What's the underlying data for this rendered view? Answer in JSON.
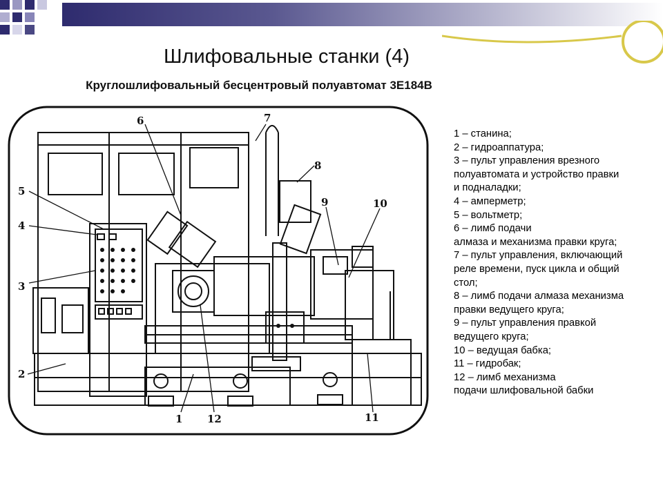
{
  "slide": {
    "title": "Шлифовальные станки (4)",
    "subtitle": "Круглошлифовальный бесцентровый полуавтомат 3Е184В"
  },
  "colors": {
    "header_gradient_start": "#2e2b6e",
    "header_gradient_end": "#ffffff",
    "accent_yellow": "#d8c84a",
    "line": "#111111"
  },
  "callouts": [
    "1",
    "2",
    "3",
    "4",
    "5",
    "6",
    "7",
    "8",
    "9",
    "10",
    "11",
    "12"
  ],
  "legend": [
    "1 – станина;",
    "2 – гидроаппатура;",
    "3 – пульт управления врезного",
    "полуавтомата и устройство правки",
    "и подналадки;",
    "4 – амперметр;",
    "5 – вольтметр;",
    "6 – лимб подачи",
    "алмаза и механизма правки круга;",
    "7 – пульт управления, включающий",
    "реле времени, пуск цикла и общий",
    "стол;",
    "8 – лимб подачи алмаза механизма",
    "правки ведущего круга;",
    "9 – пульт управления правкой",
    "ведущего круга;",
    "10 – ведущая бабка;",
    "11 – гидробак;",
    "12 – лимб механизма",
    "подачи шлифовальной бабки"
  ]
}
